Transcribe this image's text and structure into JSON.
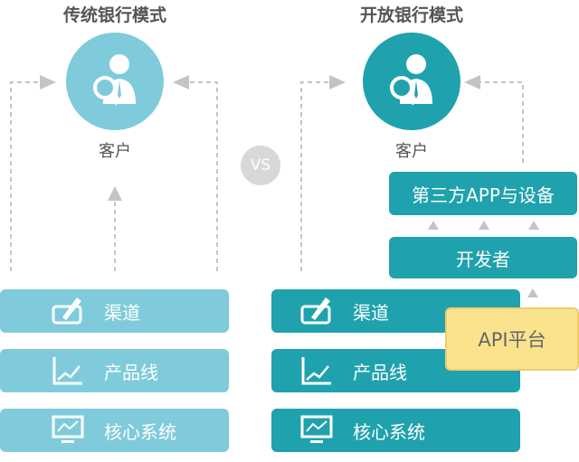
{
  "left": {
    "title": "传统银行模式",
    "customer": "客户",
    "color": "#7fcbdc",
    "layers": [
      {
        "label": "渠道",
        "icon": "pen-tablet-icon"
      },
      {
        "label": "产品线",
        "icon": "line-chart-icon"
      },
      {
        "label": "核心系统",
        "icon": "monitor-chart-icon"
      }
    ]
  },
  "vs": "VS",
  "right": {
    "title": "开放银行模式",
    "customer": "客户",
    "color": "#1fa2ad",
    "layers": [
      {
        "label": "渠道",
        "icon": "pen-tablet-icon"
      },
      {
        "label": "产品线",
        "icon": "line-chart-icon"
      },
      {
        "label": "核心系统",
        "icon": "monitor-chart-icon"
      }
    ],
    "third_party": "第三方APP与设备",
    "developer": "开发者",
    "api": "API平台",
    "api_color": "#fbe38e"
  }
}
